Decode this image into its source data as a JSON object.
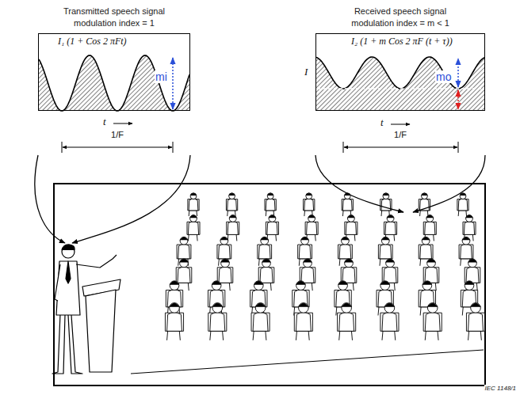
{
  "diagram": {
    "nodes": [
      {
        "text": [
          "Transmitted speech signal modulation index = 1",
          "I₁ (1 + Cos 2 πFt)",
          "mi"
        ]
      },
      {
        "text": [
          "Received speech signal modulation index = m < 1",
          "I₂ (1 + m Cos 2 πF (t + τ))",
          "mo"
        ]
      }
    ],
    "labels": [
      "t",
      "1/F",
      "I",
      "t",
      "1/F",
      "IEC 1148/1"
    ]
  }
}
